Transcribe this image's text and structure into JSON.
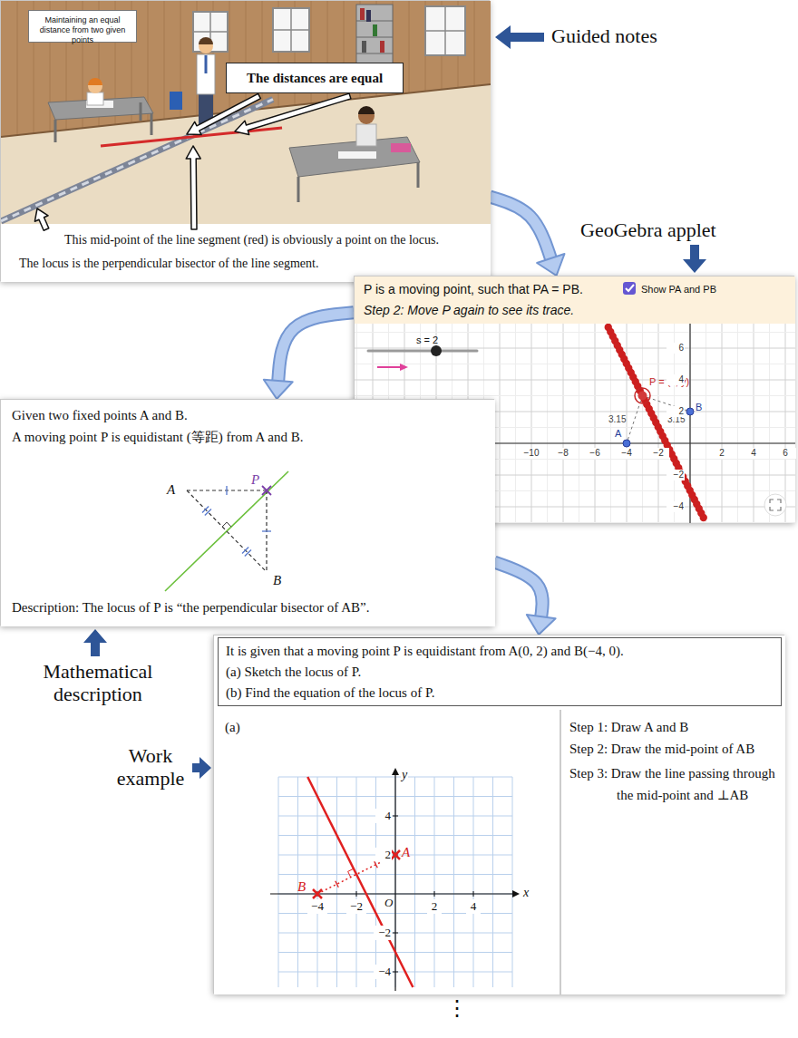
{
  "diagram": {
    "nodes": [
      {
        "text": [
          "This mid-point of the line segment (red) is obviously a point on the locus.",
          "The locus is the perpendicular bisector of the line segment."
        ]
      },
      {
        "text": [
          "Maintaining an equal distance from two given points"
        ],
        "in": 0
      },
      {
        "text": [
          "The distances are equal"
        ],
        "in": 0
      },
      {
        "text": [
          "s = 2",
          "P = (x, y)",
          "3.15",
          "3.15",
          "A",
          "B",
          "−10",
          "−8",
          "−6",
          "−4",
          "−2",
          "2",
          "4",
          "6",
          "6",
          "4",
          "2",
          "−2",
          "−4"
        ]
      },
      {
        "text": [
          "P is a moving point, such that PA = PB.",
          "Show PA and PB",
          "Step 2: Move P again to see its trace."
        ],
        "in": 3
      },
      {
        "text": [
          "Given two fixed points A and B.",
          "A moving point P is equidistant (等距) from A and B.",
          "A",
          "P",
          "B",
          "Description: The locus of P is “the perpendicular bisector of AB”."
        ]
      },
      {
        "text": [
          "(a)",
          "Step 1: Draw A and B",
          "Step 2: Draw the mid-point of AB",
          "Step 3: Draw the line passing through the mid-point and ⊥AB",
          "y",
          "x",
          "O",
          "4",
          "2",
          "−2",
          "−4",
          "−4",
          "−2",
          "2",
          "4",
          "A",
          "B"
        ]
      },
      {
        "text": [
          "It is given that a moving point P is equidistant from A(0, 2) and B(−4, 0).",
          "(a) Sketch the locus of P.",
          "(b) Find the equation of the locus of P."
        ],
        "in": 6
      }
    ],
    "edges": [
      {
        "from": 0,
        "to": 3,
        "arrow": "to"
      },
      {
        "from": 3,
        "to": 5,
        "arrow": "to"
      },
      {
        "from": 5,
        "to": 6,
        "arrow": "to"
      }
    ],
    "labels": [
      "Guided notes",
      "GeoGebra applet",
      "Mathematical description",
      "Work example",
      "⋮"
    ]
  }
}
